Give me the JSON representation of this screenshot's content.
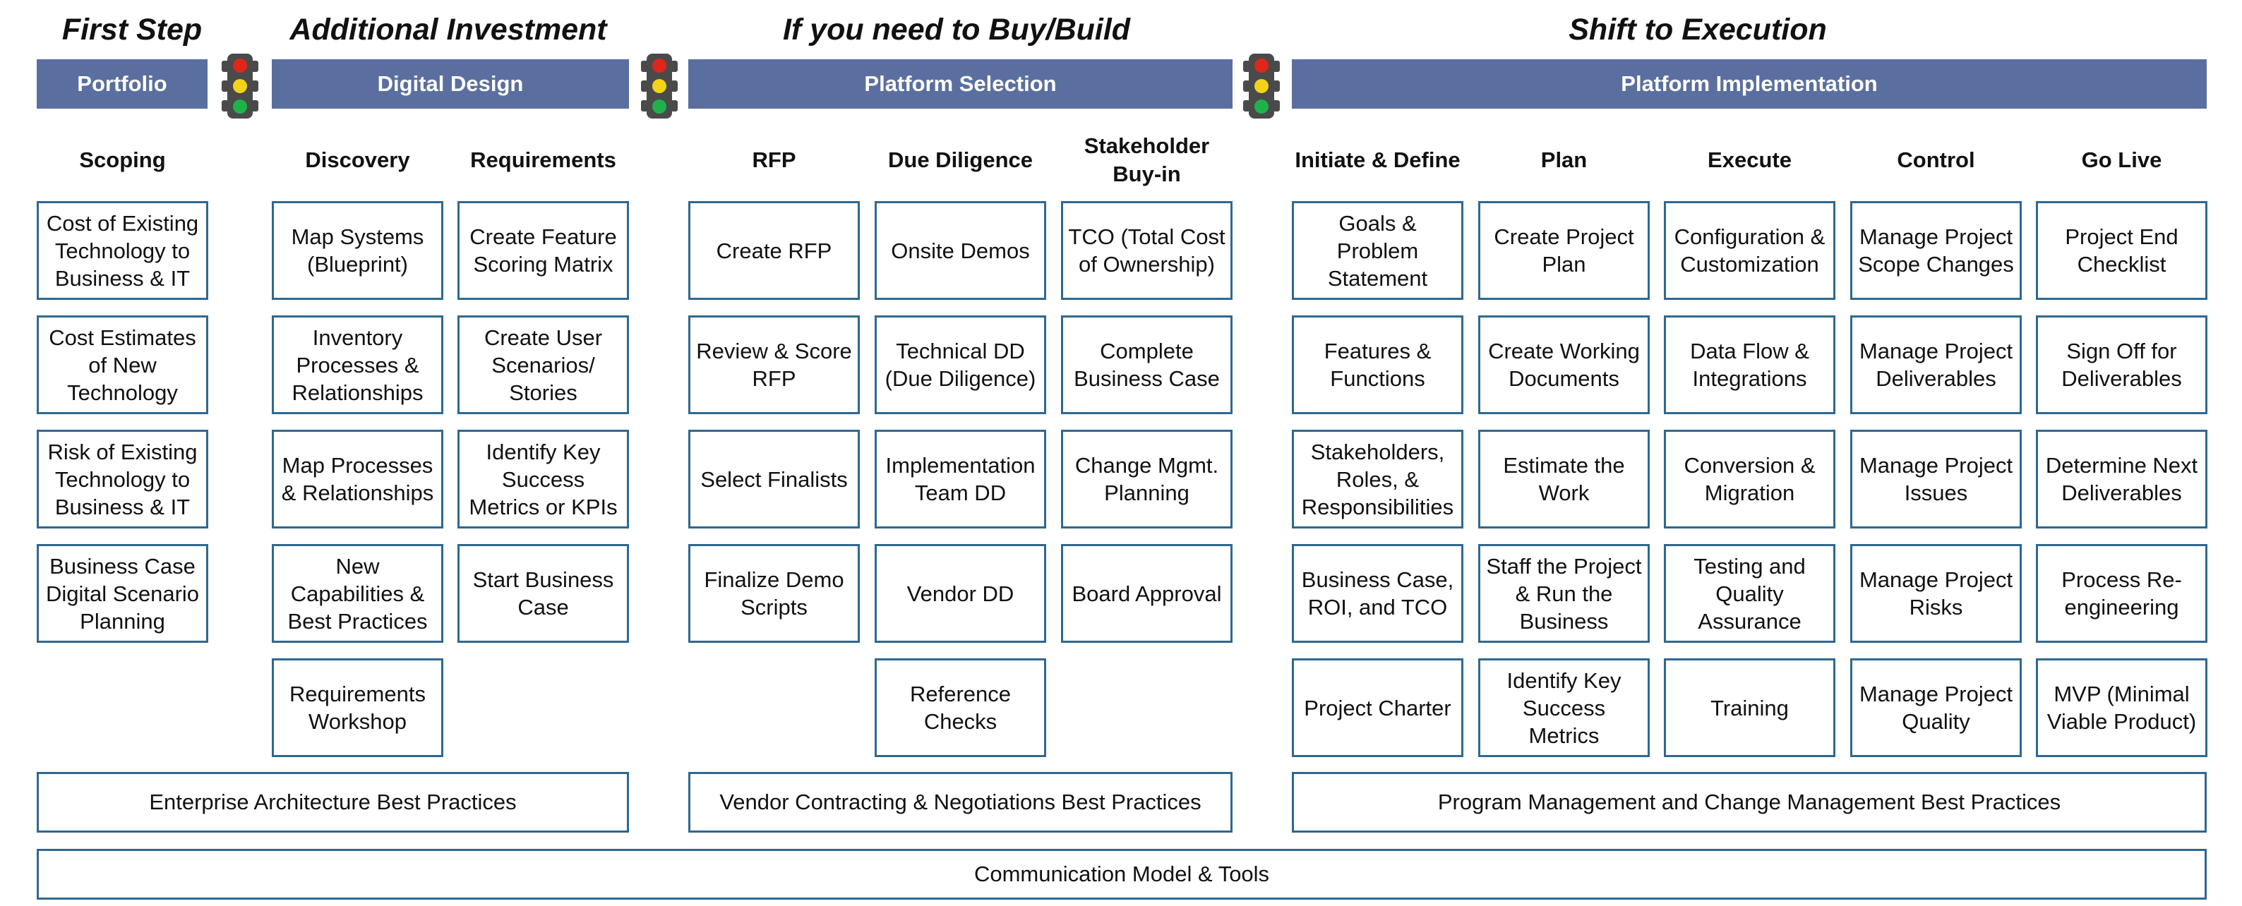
{
  "phase_titles": {
    "first_step": "First Step",
    "additional_investment": "Additional Investment",
    "buy_build": "If you need to Buy/Build",
    "shift_execution": "Shift to Execution"
  },
  "bands": {
    "portfolio": "Portfolio",
    "digital_design": "Digital Design",
    "platform_selection": "Platform Selection",
    "platform_implementation": "Platform Implementation"
  },
  "stoplight_colors": {
    "red": "#e0261b",
    "yellow": "#f4d21a",
    "green": "#1fb24a",
    "housing": "#4a4a4a"
  },
  "columns": [
    {
      "header": "Scoping",
      "cards": [
        "Cost of Existing Technology to Business & IT",
        "Cost Estimates of New Technology",
        "Risk of Existing Technology to Business & IT",
        "Business Case Digital Scenario Planning"
      ]
    },
    {
      "header": "Discovery",
      "cards": [
        "Map Systems (Blueprint)",
        "Inventory Processes & Relationships",
        "Map Processes & Relationships",
        "New Capabilities & Best Practices",
        "Requirements Workshop"
      ]
    },
    {
      "header": "Requirements",
      "cards": [
        "Create Feature Scoring Matrix",
        "Create User Scenarios/ Stories",
        "Identify Key Success Metrics or KPIs",
        "Start Business Case"
      ]
    },
    {
      "header": "RFP",
      "cards": [
        "Create RFP",
        "Review & Score RFP",
        "Select Finalists",
        "Finalize Demo Scripts"
      ]
    },
    {
      "header": "Due Diligence",
      "cards": [
        "Onsite Demos",
        "Technical DD (Due Diligence)",
        "Implementation Team DD",
        "Vendor DD",
        "Reference Checks"
      ]
    },
    {
      "header": "Stakeholder Buy-in",
      "cards": [
        "TCO (Total Cost of Ownership)",
        "Complete Business Case",
        "Change Mgmt. Planning",
        "Board Approval"
      ]
    },
    {
      "header": "Initiate & Define",
      "cards": [
        "Goals & Problem Statement",
        "Features & Functions",
        "Stakeholders, Roles, & Responsibilities",
        "Business Case, ROI, and TCO",
        "Project Charter"
      ]
    },
    {
      "header": "Plan",
      "cards": [
        "Create Project Plan",
        "Create Working Documents",
        "Estimate the Work",
        "Staff the Project & Run the Business",
        "Identify Key Success Metrics"
      ]
    },
    {
      "header": "Execute",
      "cards": [
        "Configuration & Customization",
        "Data Flow & Integrations",
        "Conversion & Migration",
        "Testing and Quality Assurance",
        "Training"
      ]
    },
    {
      "header": "Control",
      "cards": [
        "Manage Project Scope Changes",
        "Manage Project Deliverables",
        "Manage Project Issues",
        "Manage Project Risks",
        "Manage Project Quality"
      ]
    },
    {
      "header": "Go Live",
      "cards": [
        "Project End Checklist",
        "Sign Off for Deliverables",
        "Determine Next Deliverables",
        "Process Re-engineering",
        "MVP (Minimal Viable Product)"
      ]
    }
  ],
  "best_practices": {
    "enterprise_architecture": "Enterprise Architecture Best Practices",
    "vendor_contracting": "Vendor Contracting & Negotiations Best Practices",
    "program_management": "Program Management and Change Management Best Practices",
    "communication": "Communication Model & Tools"
  }
}
